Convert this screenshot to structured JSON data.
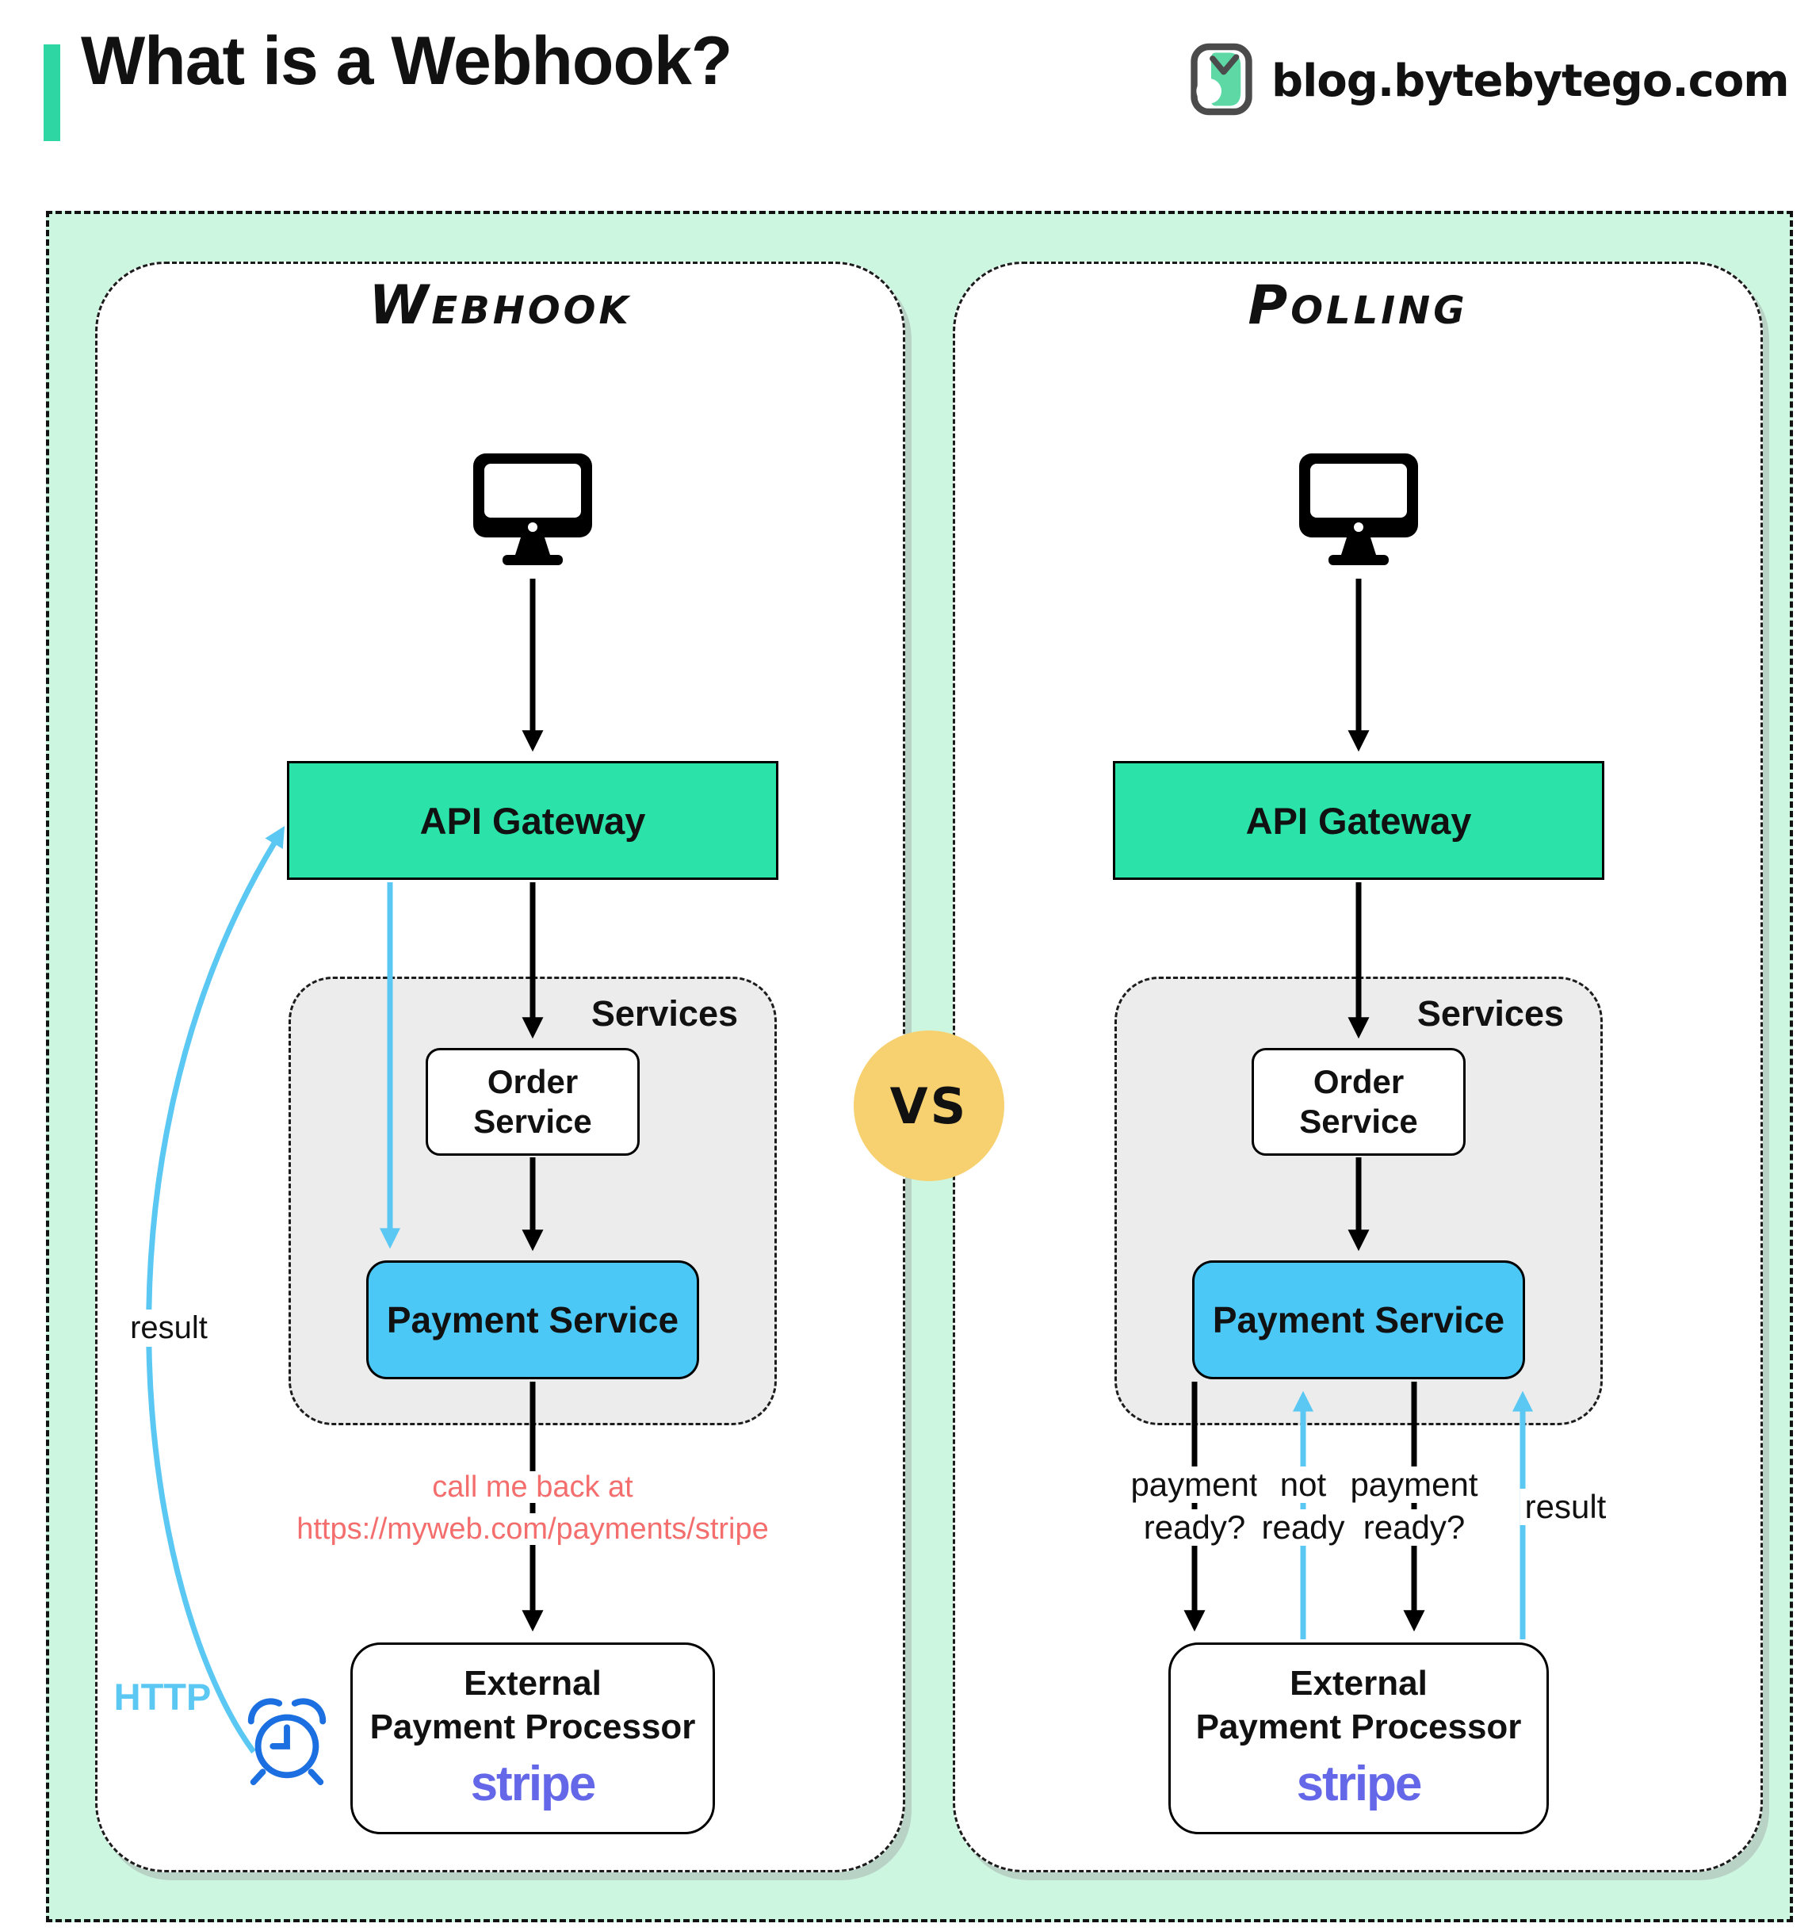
{
  "header": {
    "title": "What is a Webhook?",
    "brand": "blog.bytebytego.com"
  },
  "vs_label": "VS",
  "webhook": {
    "title": "Webhook",
    "api_gateway": "API Gateway",
    "services_label": "Services",
    "order_line1": "Order",
    "order_line2": "Service",
    "payment_service": "Payment Service",
    "external_line1": "External",
    "external_line2": "Payment Processor",
    "processor_brand": "stripe",
    "callback_line1": "call me back at",
    "callback_line2": "https://myweb.com/payments/stripe",
    "result_label": "result",
    "http_label": "HTTP"
  },
  "polling": {
    "title": "Polling",
    "api_gateway": "API Gateway",
    "services_label": "Services",
    "order_line1": "Order",
    "order_line2": "Service",
    "payment_service": "Payment Service",
    "external_line1": "External",
    "external_line2": "Payment Processor",
    "processor_brand": "stripe",
    "poll_label1_line1": "payment",
    "poll_label1_line2": "ready?",
    "poll_label2_line1": "not",
    "poll_label2_line2": "ready",
    "poll_label3_line1": "payment",
    "poll_label3_line2": "ready?",
    "result_label": "result"
  },
  "colors": {
    "mint": "#cdf6e1",
    "teal": "#2be2a9",
    "teal-bar": "#2dd6a3",
    "sky": "#4bc8f5",
    "arrow-blue": "#5ac8f3",
    "salmon": "#f56e6e",
    "stripe": "#6468e8",
    "clock-blue": "#1b6fe0",
    "vs-yellow": "#f7d170",
    "services-bg": "#ececec",
    "panel-shadow": "#b8d3c6",
    "logo-green": "#5ed9a6",
    "ink": "#111111"
  }
}
